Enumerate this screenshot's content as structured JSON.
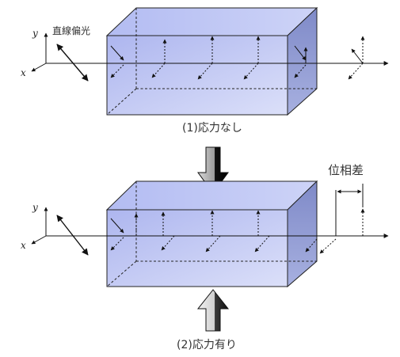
{
  "labels": {
    "linear_polarization": "直線偏光",
    "axis_y": "y",
    "axis_x": "x",
    "phase_difference": "位相差"
  },
  "captions": {
    "no_stress": "(1)応力なし",
    "with_stress": "(2)応力有り"
  },
  "colors": {
    "box_front": "#aab4ef",
    "box_top": "#bcc5f5",
    "box_side": "#8a95cf",
    "stroke": "#222222",
    "arrow_dark": "#111111",
    "arrow_light": "#e6e6e6"
  }
}
